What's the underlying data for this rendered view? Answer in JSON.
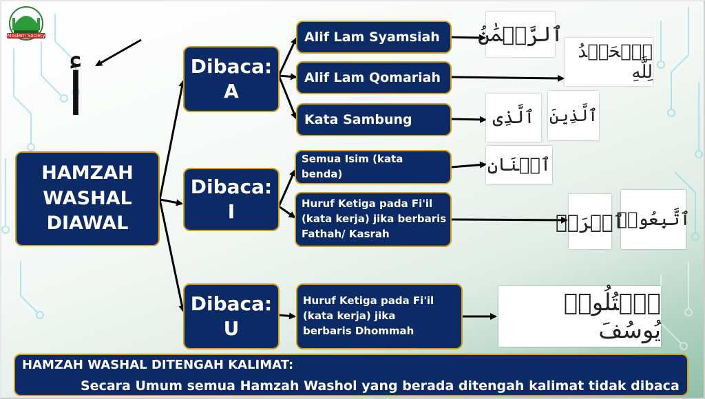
{
  "logo": {
    "text": "Moslem Society",
    "icon": "mosque-icon"
  },
  "alif_glyph": "أ",
  "main": {
    "lines": [
      "HAMZAH",
      "WASHAL",
      "DIAWAL"
    ]
  },
  "branches": [
    {
      "label": [
        "Dibaca:",
        "A"
      ],
      "items": [
        {
          "text": "Alif Lam Syamsiah",
          "examples": [
            "ٱلرَّحۡمَٰنُ"
          ]
        },
        {
          "text": "Alif Lam Qomariah",
          "examples": [
            "ٱلۡحَمۡدُ لِلَّهِ"
          ]
        },
        {
          "text": "Kata Sambung",
          "examples": [
            "ٱلَّذِينَ",
            "ٱلَّذِى"
          ]
        }
      ]
    },
    {
      "label": [
        "Dibaca:",
        "I"
      ],
      "items": [
        {
          "text": "Semua Isim (kata benda)",
          "examples": [
            "ٱثۡنَانِ"
          ]
        },
        {
          "text": "Huruf Ketiga pada Fi'il (kata kerja) jika berbaris Fathah/ Kasrah",
          "examples": [
            "ٱتَّبِعُوا۟",
            "ٱقۡرَأۡ"
          ]
        }
      ]
    },
    {
      "label": [
        "Dibaca:",
        "U"
      ],
      "items": [
        {
          "text": "Huruf Ketiga pada Fi'il (kata kerja) jika berbaris Dhommah",
          "examples": [
            "ٱقۡتُلُوا۟ يُوسُفَ"
          ]
        }
      ]
    }
  ],
  "footer": {
    "title": "HAMZAH WASHAL DITENGAH KALIMAT:",
    "text": "Secara Umum semua Hamzah Washol yang berada ditengah kalimat tidak dibaca"
  },
  "colors": {
    "box": "#0b2a66",
    "border": "#d4a017"
  }
}
